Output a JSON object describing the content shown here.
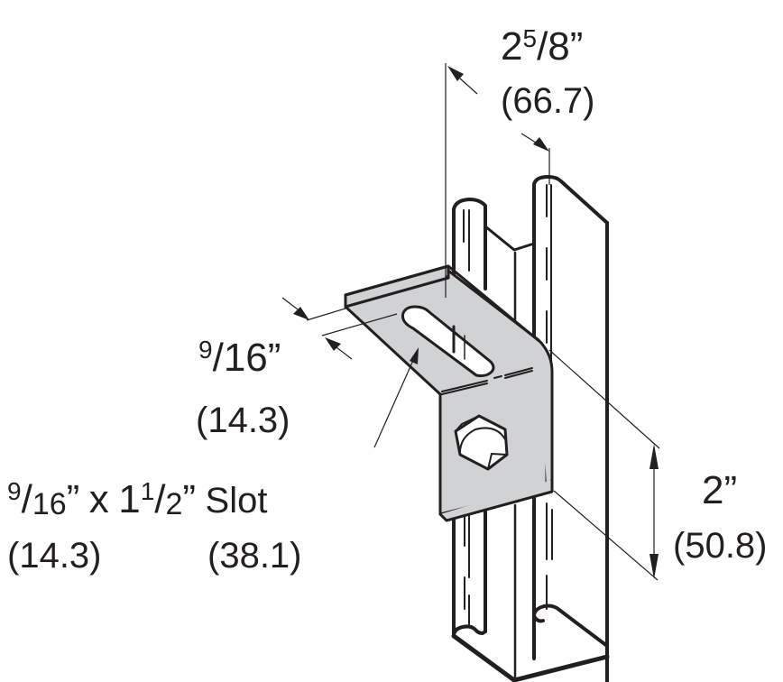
{
  "diagram": {
    "title": "Two-hole 90-degree angle bracket fitting on strut channel",
    "colors": {
      "line": "#231f20",
      "bracket_fill": "#d1d2d4",
      "background": "#ffffff"
    },
    "dimensions": {
      "width": {
        "whole": "2",
        "numerator": "5",
        "slash": "/",
        "denominator": "8",
        "unit": "”",
        "metric": "(66.7)"
      },
      "slot_width": {
        "numerator": "9",
        "slash": "/",
        "denominator": "16",
        "unit": "”",
        "metric": "(14.3)"
      },
      "slot_size": {
        "width_numerator": "9",
        "width_slash": "/",
        "width_denominator": "16",
        "width_unit": "”",
        "times": "x",
        "length_whole": "1",
        "length_numerator": "1",
        "length_slash": "/",
        "length_denominator": "2",
        "length_unit": "”",
        "label": "Slot",
        "width_metric": "(14.3)",
        "length_metric": "(38.1)"
      },
      "height": {
        "value": "2”",
        "metric": "(50.8)"
      }
    },
    "parts": [
      {
        "name": "strut-channel",
        "description": "Open metal strut channel, vertical"
      },
      {
        "name": "angle-bracket",
        "description": "90-degree angle fitting with slotted hole"
      },
      {
        "name": "hex-bolt",
        "description": "Hex head bolt through bracket"
      }
    ]
  }
}
